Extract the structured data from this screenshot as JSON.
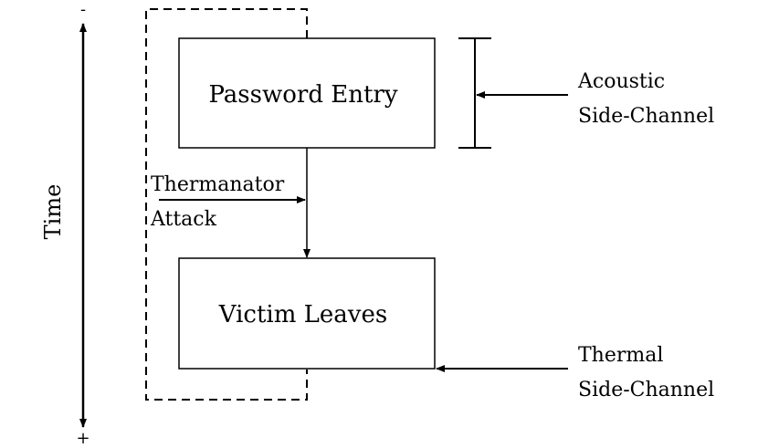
{
  "diagram": {
    "time_axis": {
      "label": "Time",
      "start_sign": "-",
      "end_sign": "+"
    },
    "boxes": {
      "password_entry": "Password Entry",
      "victim_leaves": "Victim Leaves"
    },
    "attack": {
      "line1": "Thermanator",
      "line2": "Attack"
    },
    "acoustic_channel": {
      "line1": "Acoustic",
      "line2": "Side-Channel"
    },
    "thermal_channel": {
      "line1": "Thermal",
      "line2": "Side-Channel"
    },
    "colors": {
      "stroke": "#000000",
      "background": "#ffffff"
    }
  }
}
